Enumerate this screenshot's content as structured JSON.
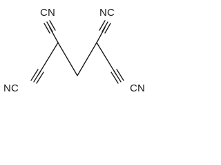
{
  "molecule": {
    "atoms": [
      {
        "id": "n1",
        "element": "N",
        "label": "N"
      },
      {
        "id": "c1",
        "element": "C",
        "label": "C"
      },
      {
        "id": "n2",
        "element": "N",
        "label": "N"
      },
      {
        "id": "c2",
        "element": "C",
        "label": "C"
      },
      {
        "id": "n3",
        "element": "N",
        "label": "N"
      },
      {
        "id": "c3",
        "element": "C",
        "label": "C"
      },
      {
        "id": "n4",
        "element": "N",
        "label": "N"
      },
      {
        "id": "c4",
        "element": "C",
        "label": "C"
      }
    ],
    "bonds": [
      {
        "from": "n1",
        "to": "c1",
        "order": 3
      },
      {
        "from": "n2",
        "to": "c2",
        "order": 3
      },
      {
        "from": "n3",
        "to": "c3",
        "order": 3
      },
      {
        "from": "n4",
        "to": "c4",
        "order": 3
      }
    ]
  },
  "colors": {
    "bond": "#1a1a1a",
    "label": "#1a1a1a",
    "background": "#ffffff"
  }
}
